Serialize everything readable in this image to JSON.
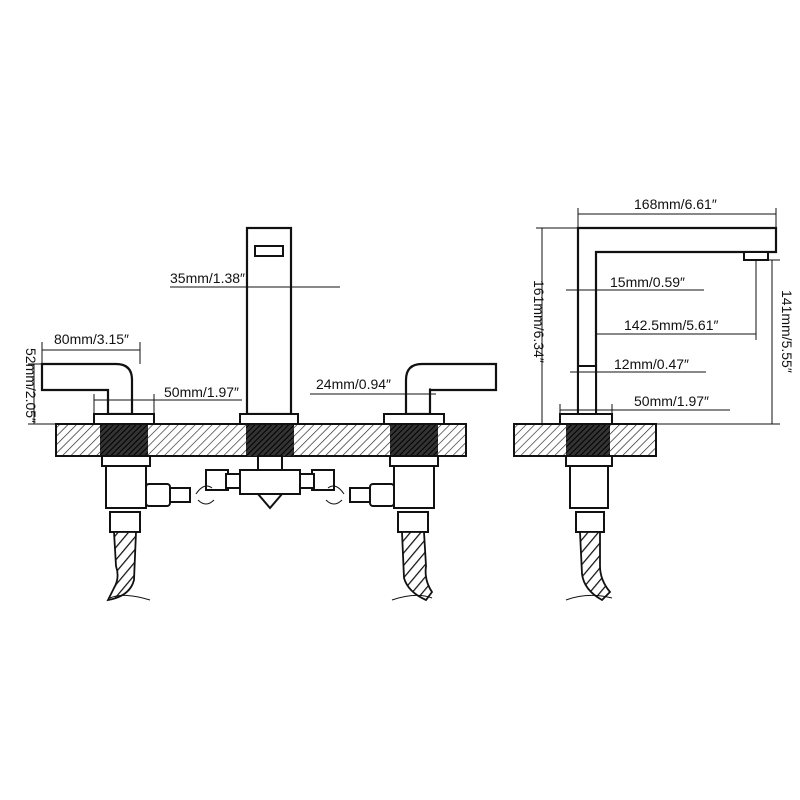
{
  "colors": {
    "line": "#111111",
    "background": "#ffffff"
  },
  "front_view": {
    "spout_width": "35mm/1.38″",
    "handle_length": "80mm/3.15″",
    "handle_height": "52mm/2.05″",
    "base_diameter": "50mm/1.97″",
    "handle_stem": "24mm/0.94″"
  },
  "side_view": {
    "spout_reach": "168mm/6.61″",
    "total_height": "161mm/6.34″",
    "spout_clearance": "141mm/5.55″",
    "spout_thickness": "15mm/0.59″",
    "spout_projection": "142.5mm/5.61″",
    "aerator_dia": "12mm/0.47″",
    "base_diameter": "50mm/1.97″"
  }
}
